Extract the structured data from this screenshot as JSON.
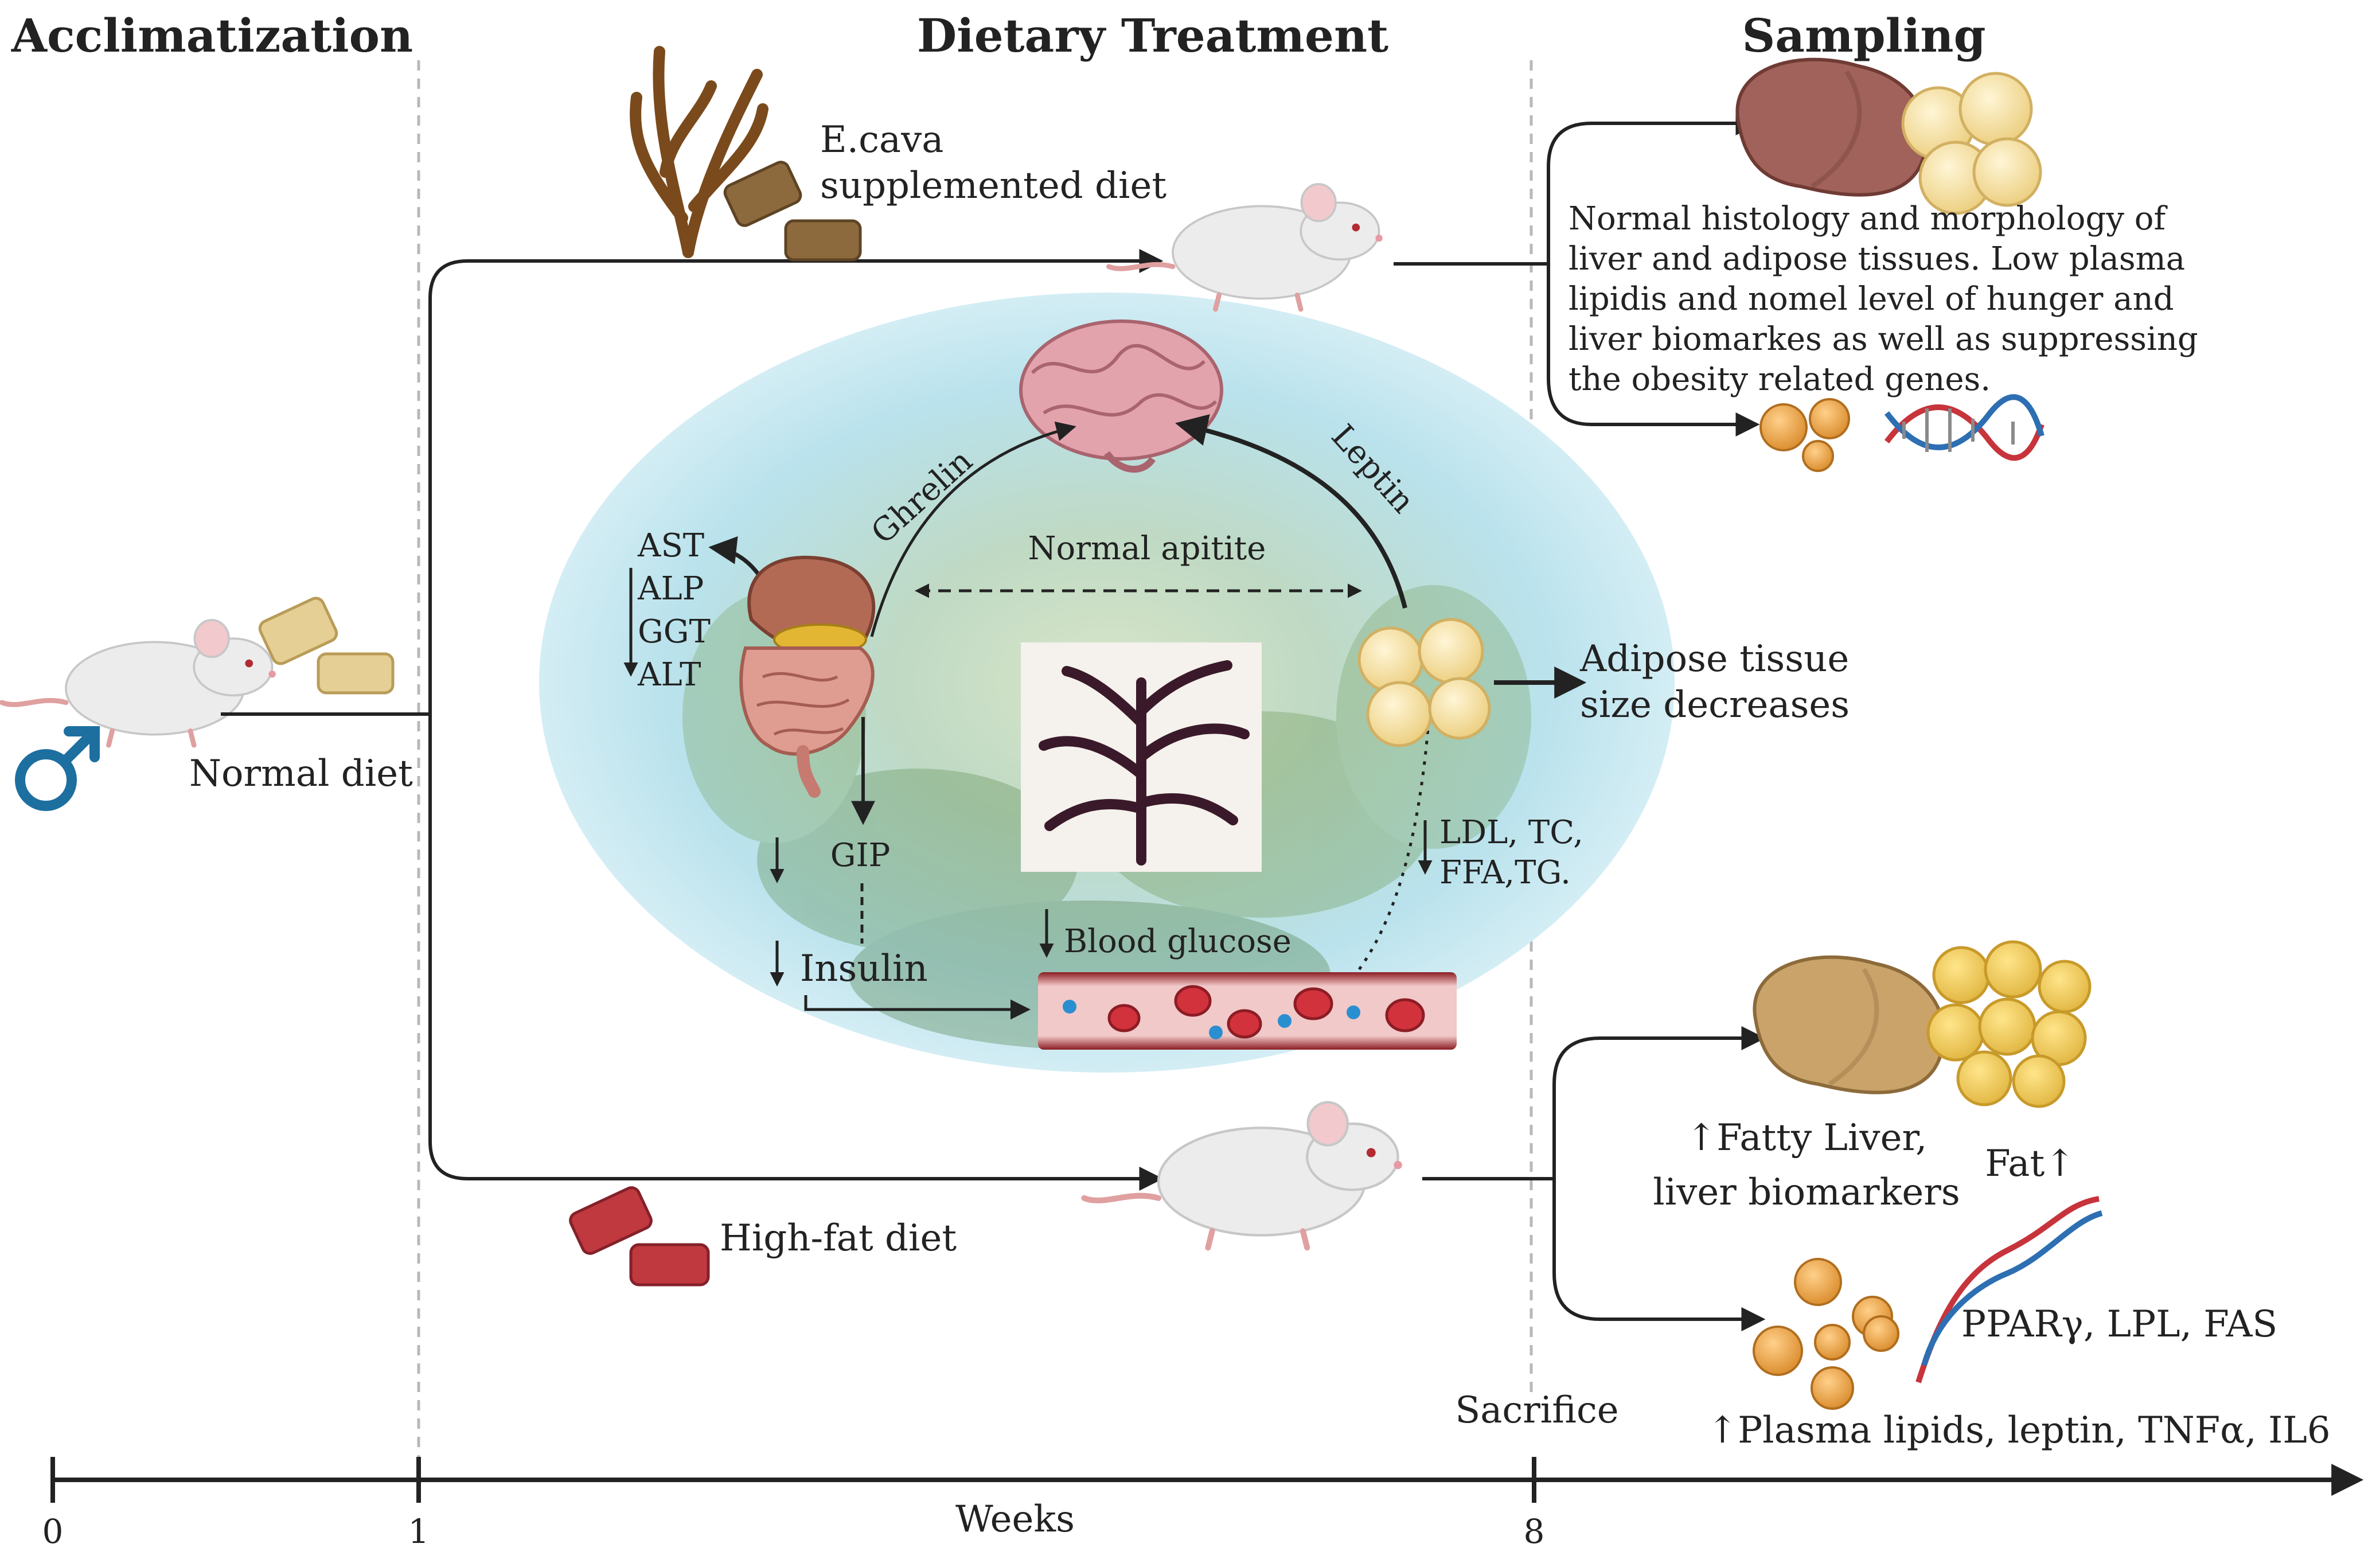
{
  "phases": {
    "acclimatization": "Acclimatization",
    "dietary_treatment": "Dietary Treatment",
    "sampling": "Sampling"
  },
  "diets": {
    "ecava_line1": "E.cava",
    "ecava_line2": "supplemented diet",
    "normal": "Normal  diet",
    "high_fat": "High-fat diet"
  },
  "center": {
    "ghrelin": "Ghrelin",
    "leptin": "Leptin",
    "normal_appetite": "Normal apitite",
    "liver_enzymes": [
      "AST",
      "ALP",
      "GGT",
      "ALT"
    ],
    "gip": "GIP",
    "insulin": "Insulin",
    "blood_glucose": "Blood glucose",
    "lipids_line1": "LDL, TC,",
    "lipids_line2": "FFA,TG.",
    "adipose_line1": "Adipose tissue",
    "adipose_line2": "size decreases"
  },
  "sampling_top": {
    "lines": [
      "Normal histology and morphology of",
      "liver and adipose tissues. Low plasma",
      "lipidis and nomel level of hunger and",
      "liver biomarkes as well as suppressing",
      "the obesity related genes."
    ]
  },
  "sampling_bottom": {
    "fatty_liver": "↑Fatty Liver,",
    "liver_biomarkers": "liver biomarkers",
    "fat": "Fat↑",
    "genes": "PPARγ, LPL, FAS",
    "plasma": "↑Plasma lipids, leptin, TNFα, IL6"
  },
  "timeline": {
    "sacrifice": "Sacrifice",
    "weeks": "Weeks",
    "ticks": [
      "0",
      "1",
      "8"
    ]
  },
  "colors": {
    "mouse_body": "#ececec",
    "mouse_tail": "#e0a0a0",
    "pellet_normal": "#e6cf95",
    "pellet_ecava": "#8c6a3e",
    "pellet_hf": "#c0393e",
    "liver_healthy": "#a0625a",
    "liver_fatty": "#c9a36a",
    "adipose": "#f6e3a6",
    "brain": "#e3a3ac",
    "male_symbol": "#1d6fa0"
  },
  "icons": [
    "male-symbol-icon",
    "mouse-icon",
    "pellet-icon",
    "seaweed-icon",
    "brain-icon",
    "intestine-icon",
    "liver-icon",
    "adipose-cells-icon",
    "blood-vessel-icon",
    "dna-icon"
  ]
}
